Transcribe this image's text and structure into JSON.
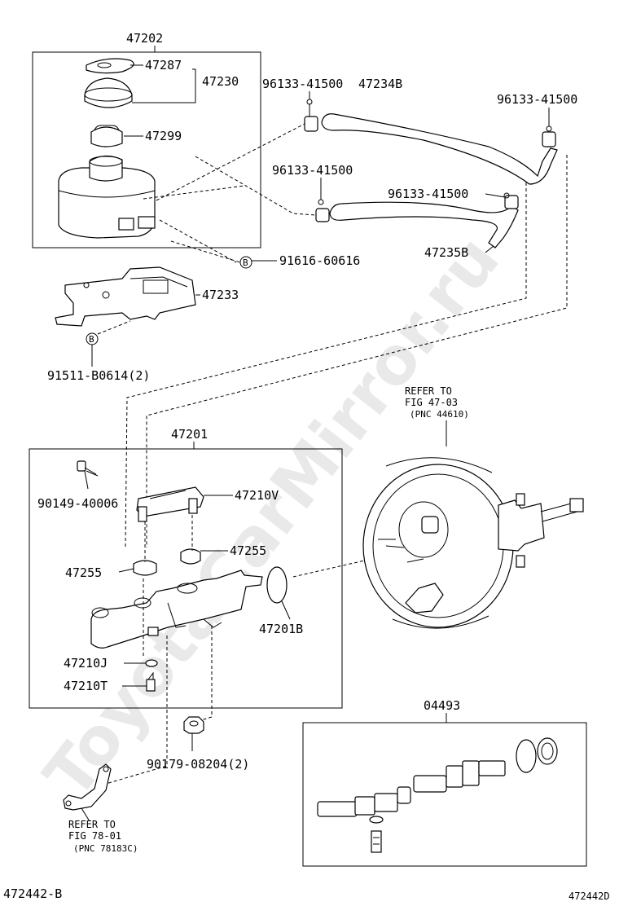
{
  "watermark": "ToyotaCarMirror.ru",
  "footer": {
    "left_code": "472442-B",
    "right_code": "472442D"
  },
  "assemblies": {
    "reservoir_group": "47202",
    "master_cylinder_group": "47201",
    "repair_kit": "04493"
  },
  "labels": {
    "cap_gasket": "47287",
    "reservoir_cap_set": "47230",
    "strainer": "47299",
    "hose_clip_1": "96133-41500",
    "hose_1": "47234B",
    "hose_clip_2": "96133-41500",
    "hose_clip_3": "96133-41500",
    "hose_clip_4": "96133-41500",
    "hose_2": "47235B",
    "bolt_b_1": "91616-60616",
    "bracket": "47233",
    "bolt_b_2": "91511-B0614(2)",
    "screw": "90149-40006",
    "reservoir_mount": "47210V",
    "grommet_right": "47255",
    "grommet_left": "47255",
    "o_ring": "47201B",
    "washer": "47210J",
    "bleeder_plug": "47210T",
    "nut": "90179-08204(2)"
  },
  "marker_b": "B",
  "references": {
    "booster": {
      "line1": "REFER TO",
      "line2": "FIG 47-03",
      "line3": "(PNC 44610)"
    },
    "bracket_ref": {
      "line1": "REFER TO",
      "line2": "FIG 78-01",
      "line3": "(PNC 78183C)"
    }
  }
}
